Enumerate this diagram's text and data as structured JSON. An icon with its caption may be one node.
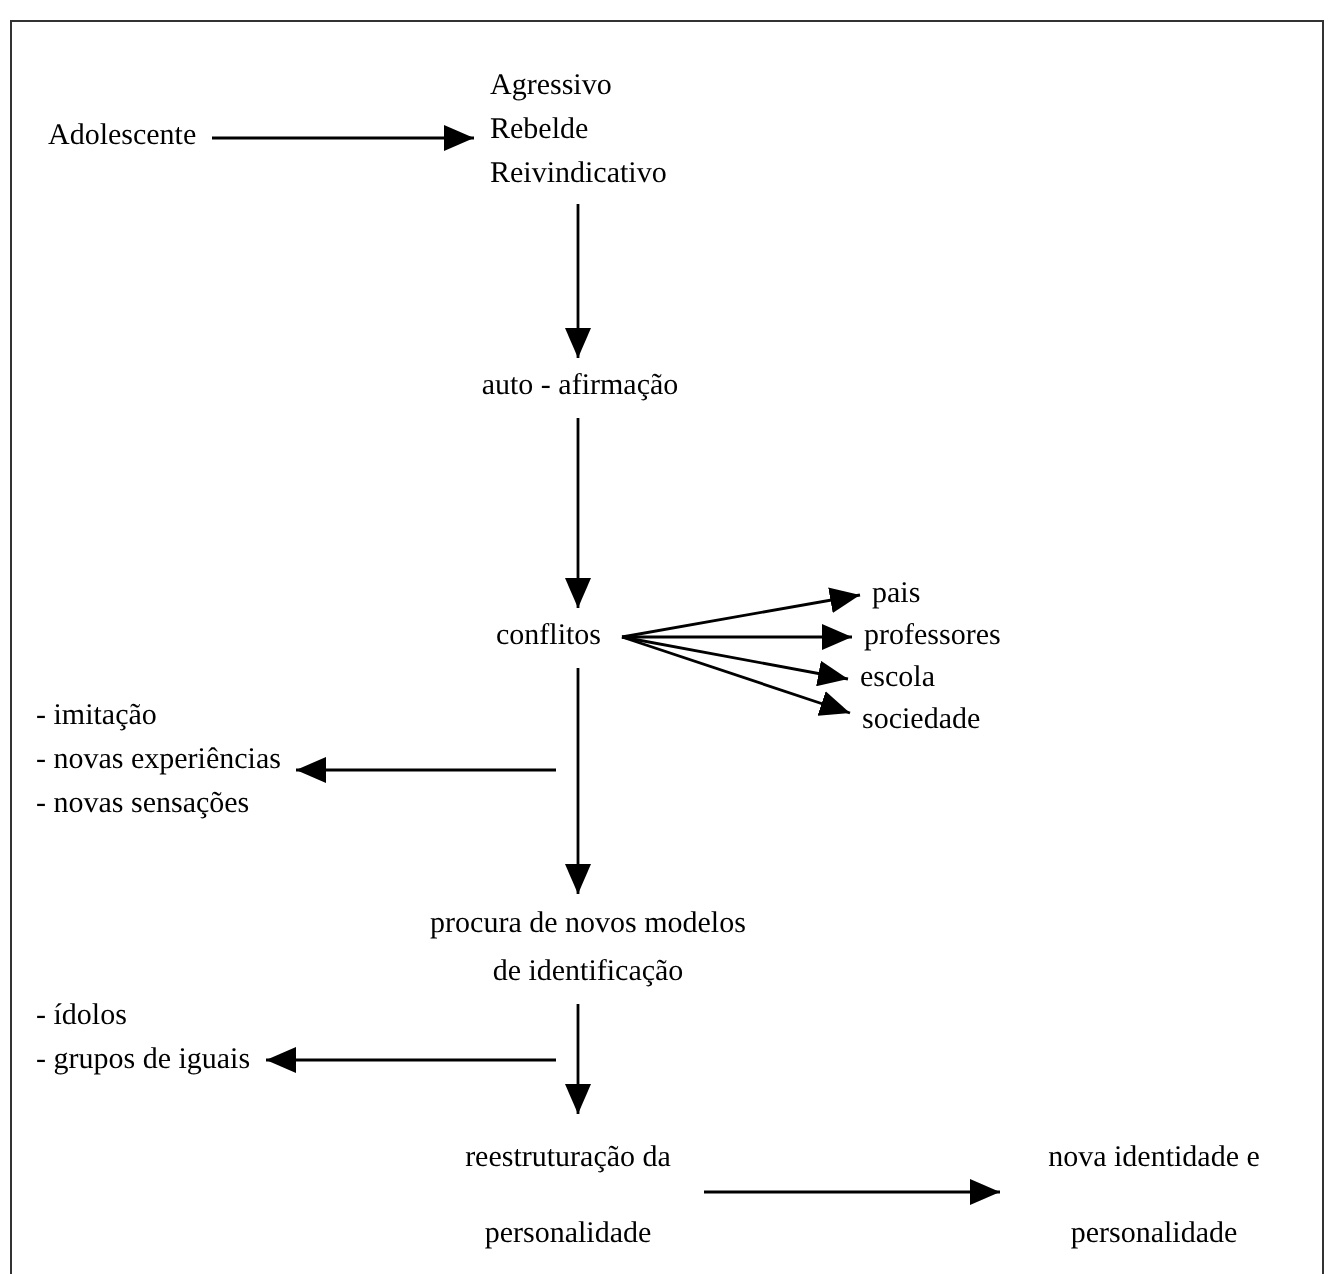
{
  "diagram": {
    "nodes": [
      {
        "text": [
          "Adolescente"
        ]
      },
      {
        "text": [
          "Agressivo",
          "Rebelde",
          "Reivindicativo"
        ]
      },
      {
        "text": [
          "auto - afirmação"
        ]
      },
      {
        "text": [
          "conflitos"
        ]
      },
      {
        "text": [
          "pais"
        ]
      },
      {
        "text": [
          "professores"
        ]
      },
      {
        "text": [
          "escola"
        ]
      },
      {
        "text": [
          "sociedade"
        ]
      },
      {
        "text": [
          "- imitação",
          "- novas experiências",
          "- novas sensações"
        ]
      },
      {
        "text": [
          "procura de novos modelos de identificação"
        ]
      },
      {
        "text": [
          "- ídolos",
          "- grupos de iguais"
        ]
      },
      {
        "text": [
          "reestruturação da personalidade"
        ]
      },
      {
        "text": [
          "nova identidade e personalidade"
        ]
      }
    ],
    "edges": [
      {
        "from": 0,
        "to": 1,
        "arrow": "to"
      },
      {
        "from": 1,
        "to": 2,
        "arrow": "to"
      },
      {
        "from": 2,
        "to": 3,
        "arrow": "to"
      },
      {
        "from": 3,
        "to": 4,
        "arrow": "to"
      },
      {
        "from": 3,
        "to": 5,
        "arrow": "to"
      },
      {
        "from": 3,
        "to": 6,
        "arrow": "to"
      },
      {
        "from": 3,
        "to": 7,
        "arrow": "to"
      },
      {
        "from": 3,
        "to": 8,
        "arrow": "to"
      },
      {
        "from": 3,
        "to": 9,
        "arrow": "to"
      },
      {
        "from": 9,
        "to": 10,
        "arrow": "to"
      },
      {
        "from": 9,
        "to": 11,
        "arrow": "to"
      },
      {
        "from": 11,
        "to": 12,
        "arrow": "to"
      }
    ]
  }
}
